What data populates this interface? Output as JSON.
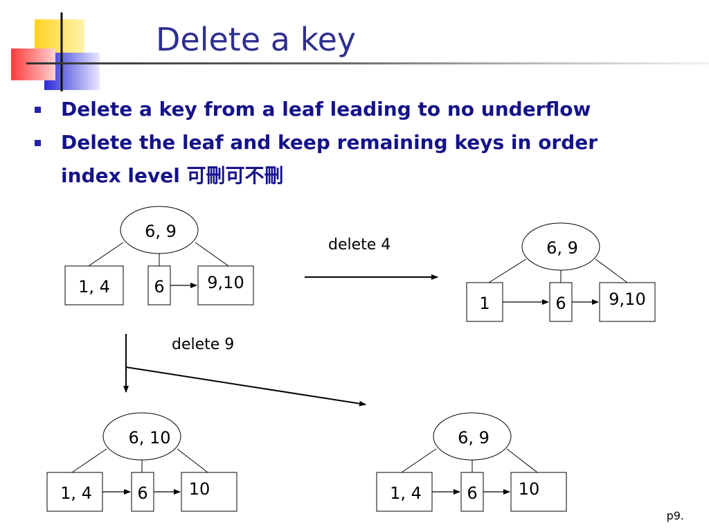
{
  "title": "Delete a key",
  "bullets": [
    "Delete a key from a leaf leading to no underflow",
    "Delete the leaf and keep remaining keys in order"
  ],
  "bullet_continuation": "index level 可刪可不刪",
  "labels": {
    "delete4": "delete 4",
    "delete9": "delete 9"
  },
  "trees": {
    "original": {
      "root": "6, 9",
      "leaves": [
        "1, 4",
        "6",
        "9,10"
      ]
    },
    "after_delete4": {
      "root": "6, 9",
      "leaves": [
        "1",
        "6",
        "9,10"
      ]
    },
    "after_delete9_a": {
      "root": "6, 10",
      "leaves": [
        "1, 4",
        "6",
        "10"
      ]
    },
    "after_delete9_b": {
      "root": "6, 9",
      "leaves": [
        "1, 4",
        "6",
        "10"
      ]
    }
  },
  "page_number": "p9.",
  "colors": {
    "title": "#2f2f8f",
    "bullet_text": "#15128a",
    "logo_yellow": "#ffd21f",
    "logo_red": "#ff3b3b",
    "logo_blue": "#2b2bd6"
  }
}
